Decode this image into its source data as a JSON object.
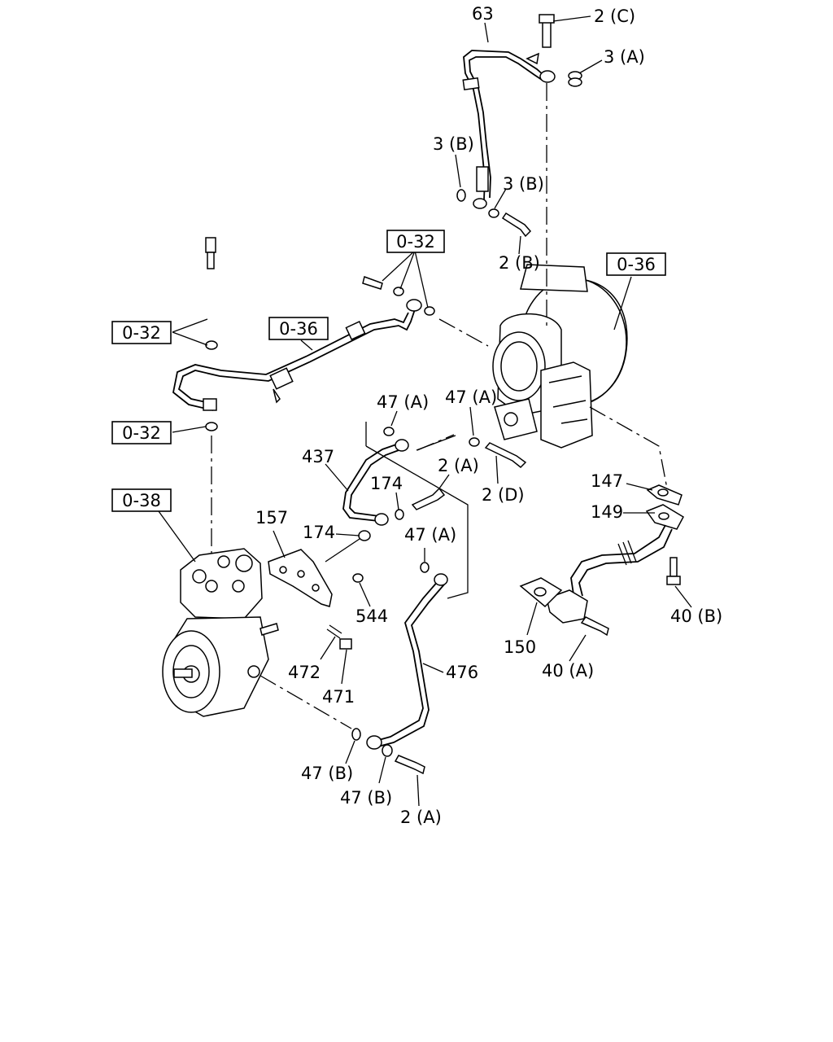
{
  "refs": {
    "r1": "0-32",
    "r2": "0-36",
    "r3": "0-36",
    "r4": "0-32",
    "r5": "0-32",
    "r6": "0-38"
  },
  "labels": {
    "l63": "63",
    "l2c": "2 (C)",
    "l3a": "3 (A)",
    "l3b1": "3 (B)",
    "l3b2": "3 (B)",
    "l2b": "2 (B)",
    "l47a1": "47 (A)",
    "l47a2": "47 (A)",
    "l437": "437",
    "l2a1": "2 (A)",
    "l174a": "174",
    "l2d": "2 (D)",
    "l147": "147",
    "l149": "149",
    "l157": "157",
    "l174b": "174",
    "l47a3": "47 (A)",
    "l544": "544",
    "l40b": "40 (B)",
    "l150": "150",
    "l40a": "40 (A)",
    "l472": "472",
    "l476": "476",
    "l471": "471",
    "l47b1": "47 (B)",
    "l47b2": "47 (B)",
    "l2a2": "2 (A)"
  }
}
